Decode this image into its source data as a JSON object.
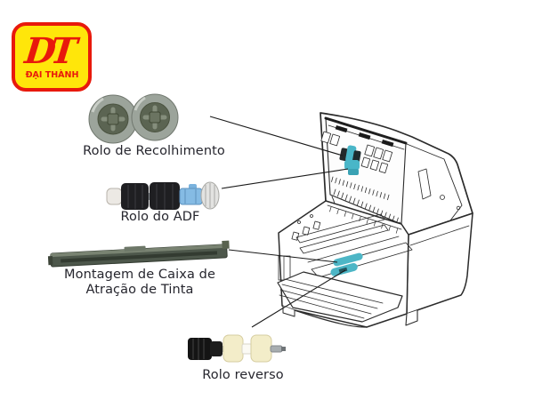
{
  "logo": {
    "monogram": "DT",
    "company": "ĐẠI THÀNH"
  },
  "parts": {
    "pickup_roller": {
      "label": "Rolo de Recolhimento"
    },
    "adf_roller": {
      "label": "Rolo do ADF"
    },
    "ink_tray": {
      "label_line1": "Montagem de Caixa de",
      "label_line2": "Atração de Tinta"
    },
    "reverse_roller": {
      "label": "Rolo reverso"
    }
  },
  "colors": {
    "highlight_teal": "#4db6c6",
    "logo_red": "#e8190c",
    "logo_yellow": "#ffe60a",
    "label_text": "#26262e"
  }
}
